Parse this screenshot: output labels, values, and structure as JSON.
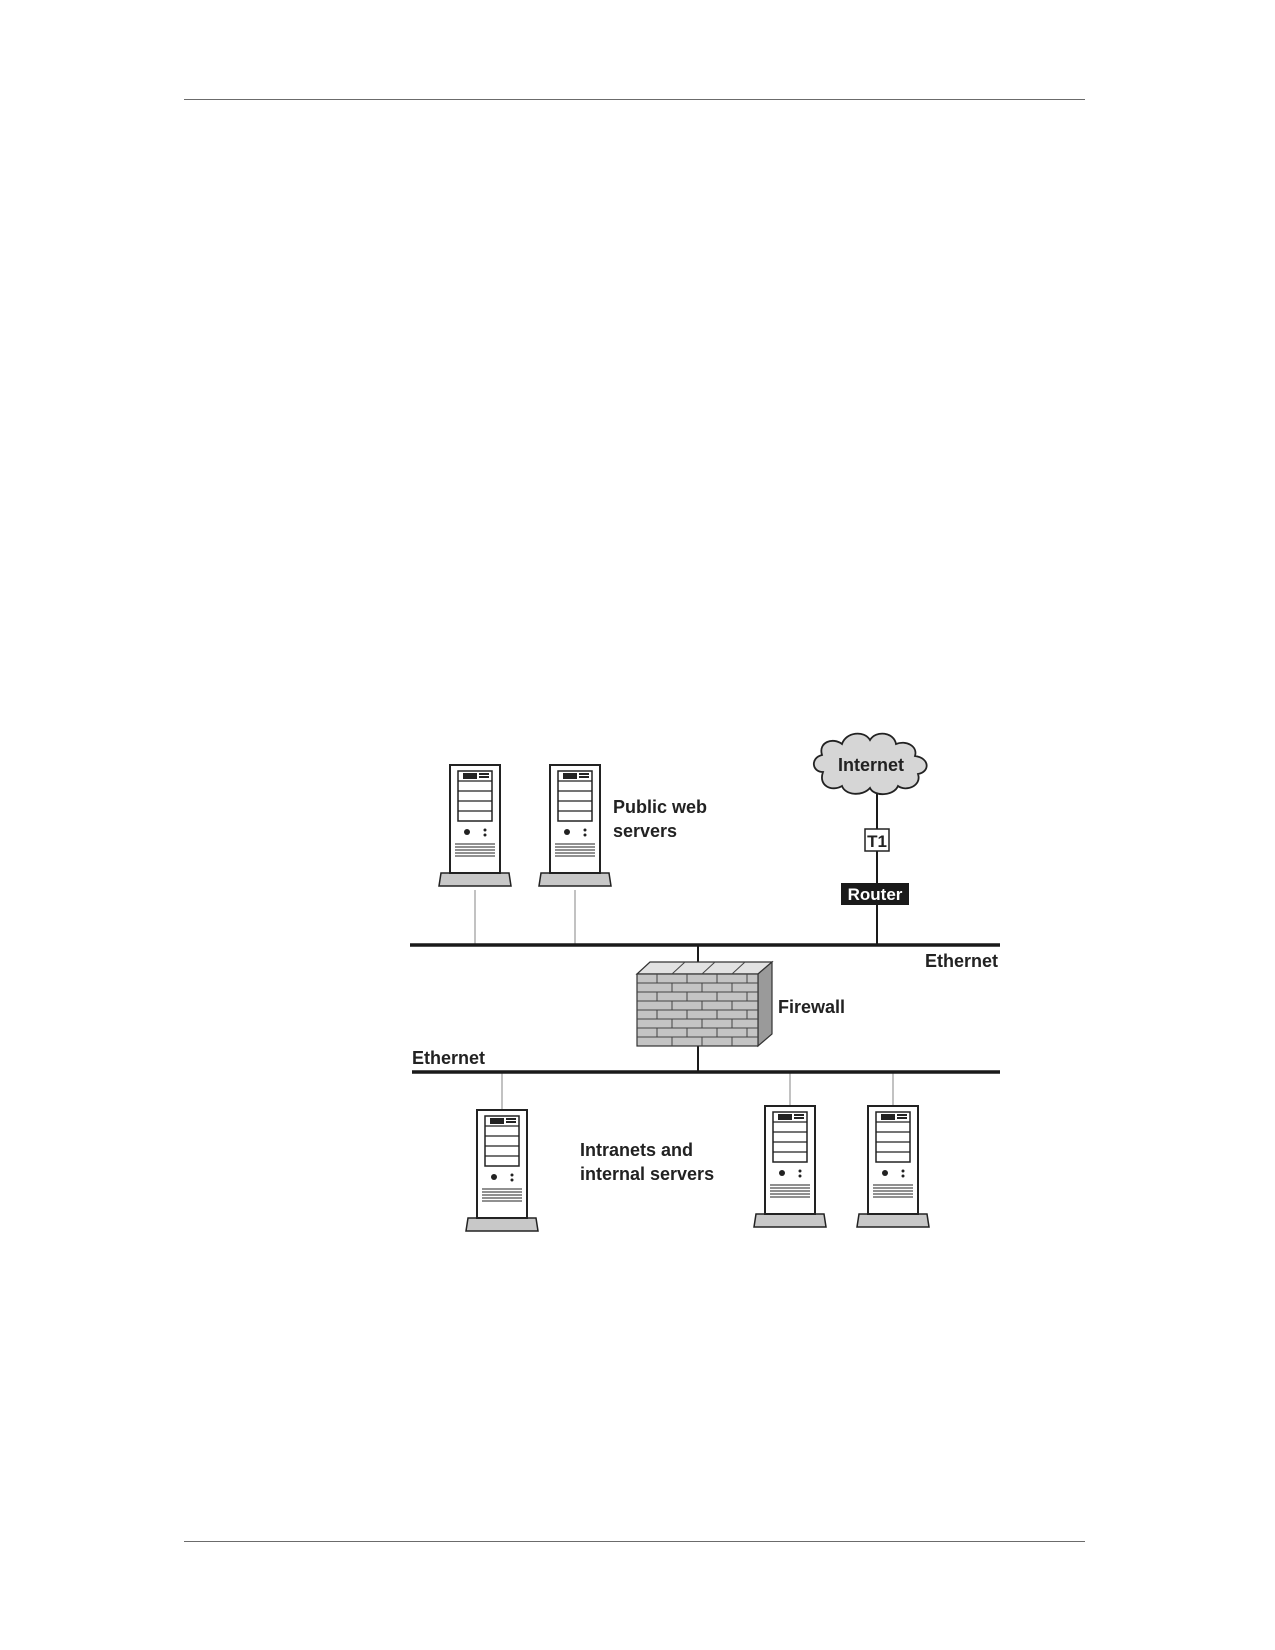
{
  "diagram": {
    "internet_label": "Internet",
    "t1_label": "T1",
    "router_label": "Router",
    "public_servers_label_line1": "Public web",
    "public_servers_label_line2": "servers",
    "ethernet_top_label": "Ethernet",
    "firewall_label": "Firewall",
    "ethernet_bottom_label": "Ethernet",
    "internal_servers_label_line1": "Intranets and",
    "internal_servers_label_line2": "internal servers"
  },
  "colors": {
    "line": "#1a1a1a",
    "drop_line": "#9a9a9a",
    "cloud_fill": "#d6d6d6",
    "wall_fill": "#bdbdbd",
    "router_fill": "#1a1a1a"
  }
}
